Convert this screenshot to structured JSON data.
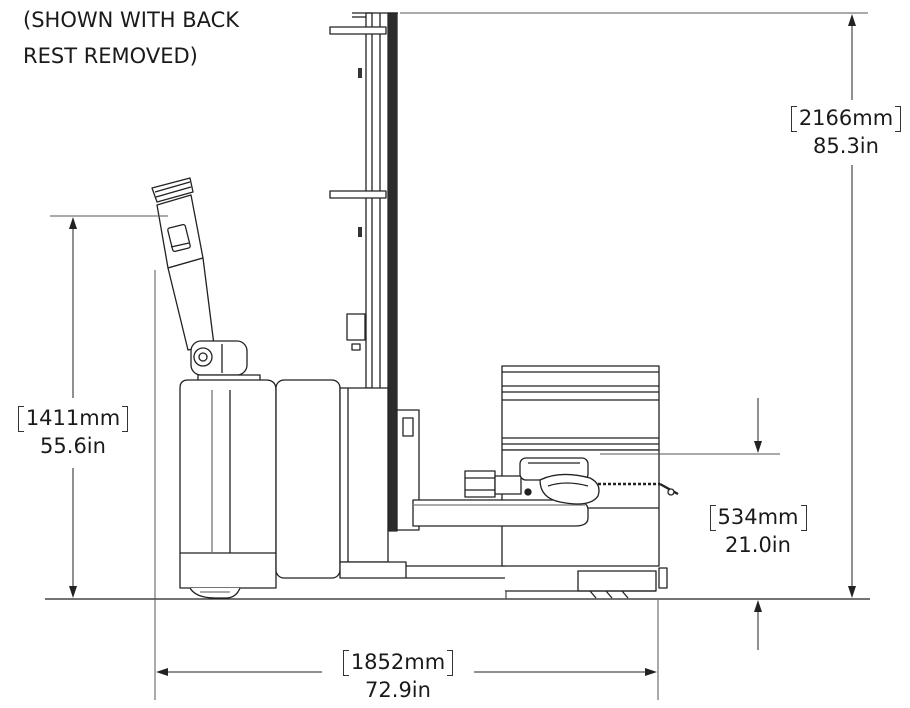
{
  "note": {
    "line1": "(SHOWN WITH BACK",
    "line2": "REST REMOVED)"
  },
  "dimensions": {
    "overall_height": {
      "mm": "2166mm",
      "in": "85.3in"
    },
    "handle_height": {
      "mm": "1411mm",
      "in": "55.6in"
    },
    "fork_height": {
      "mm": "534mm",
      "in": "21.0in"
    },
    "overall_length": {
      "mm": "1852mm",
      "in": "72.9in"
    }
  },
  "colors": {
    "line": "#222222",
    "light_line": "#555555",
    "mast": "#2b2b2b"
  }
}
